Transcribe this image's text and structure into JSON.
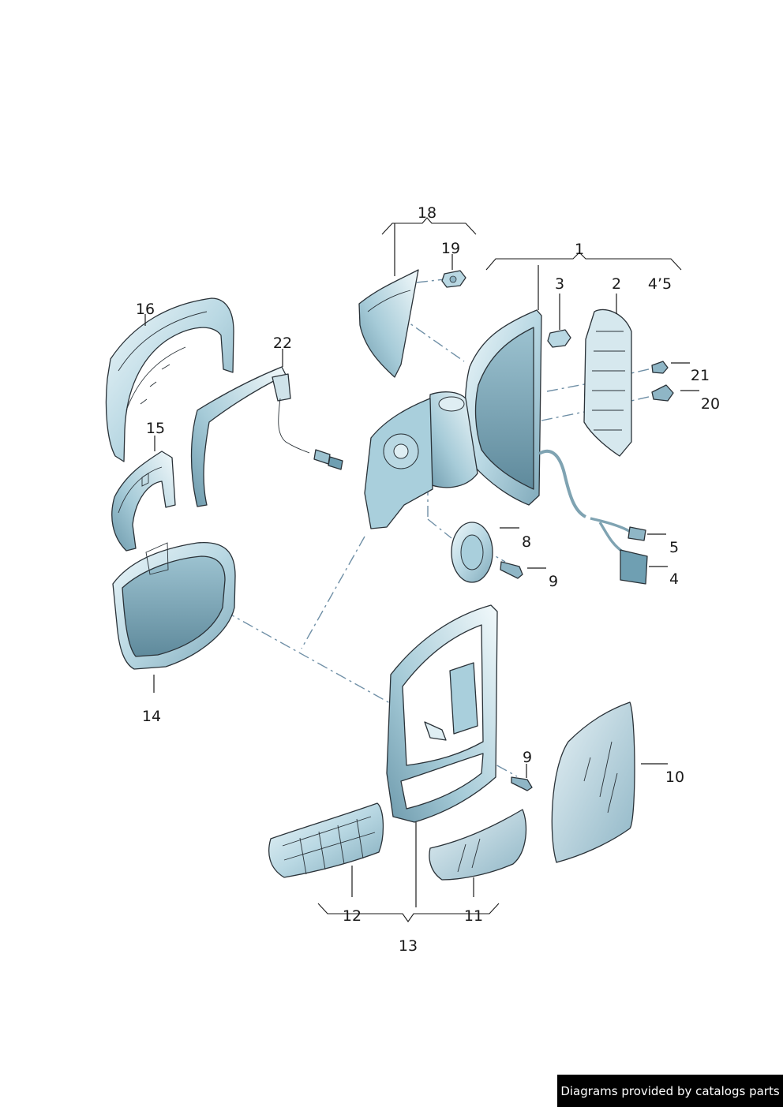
{
  "labels": {
    "l1": "1",
    "l2": "2",
    "l3": "3",
    "l4a": "4",
    "l5a": "5",
    "l45": "4’5",
    "l8": "8",
    "l9a": "9",
    "l9b": "9",
    "l10": "10",
    "l11": "11",
    "l12": "12",
    "l13": "13",
    "l14": "14",
    "l15": "15",
    "l16": "16",
    "l18": "18",
    "l19": "19",
    "l20": "20",
    "l21": "21",
    "l22": "22"
  },
  "colors": {
    "part_fill_light": "#dfeef3",
    "part_fill_mid": "#a9cfdc",
    "part_fill_dark": "#6f9fb2",
    "outline": "#2a3238",
    "center_line": "#6f8fa6",
    "footer_bg": "#000000",
    "footer_text": "#ffffff"
  },
  "footer": {
    "text": "Diagrams provided by catalogs parts"
  }
}
